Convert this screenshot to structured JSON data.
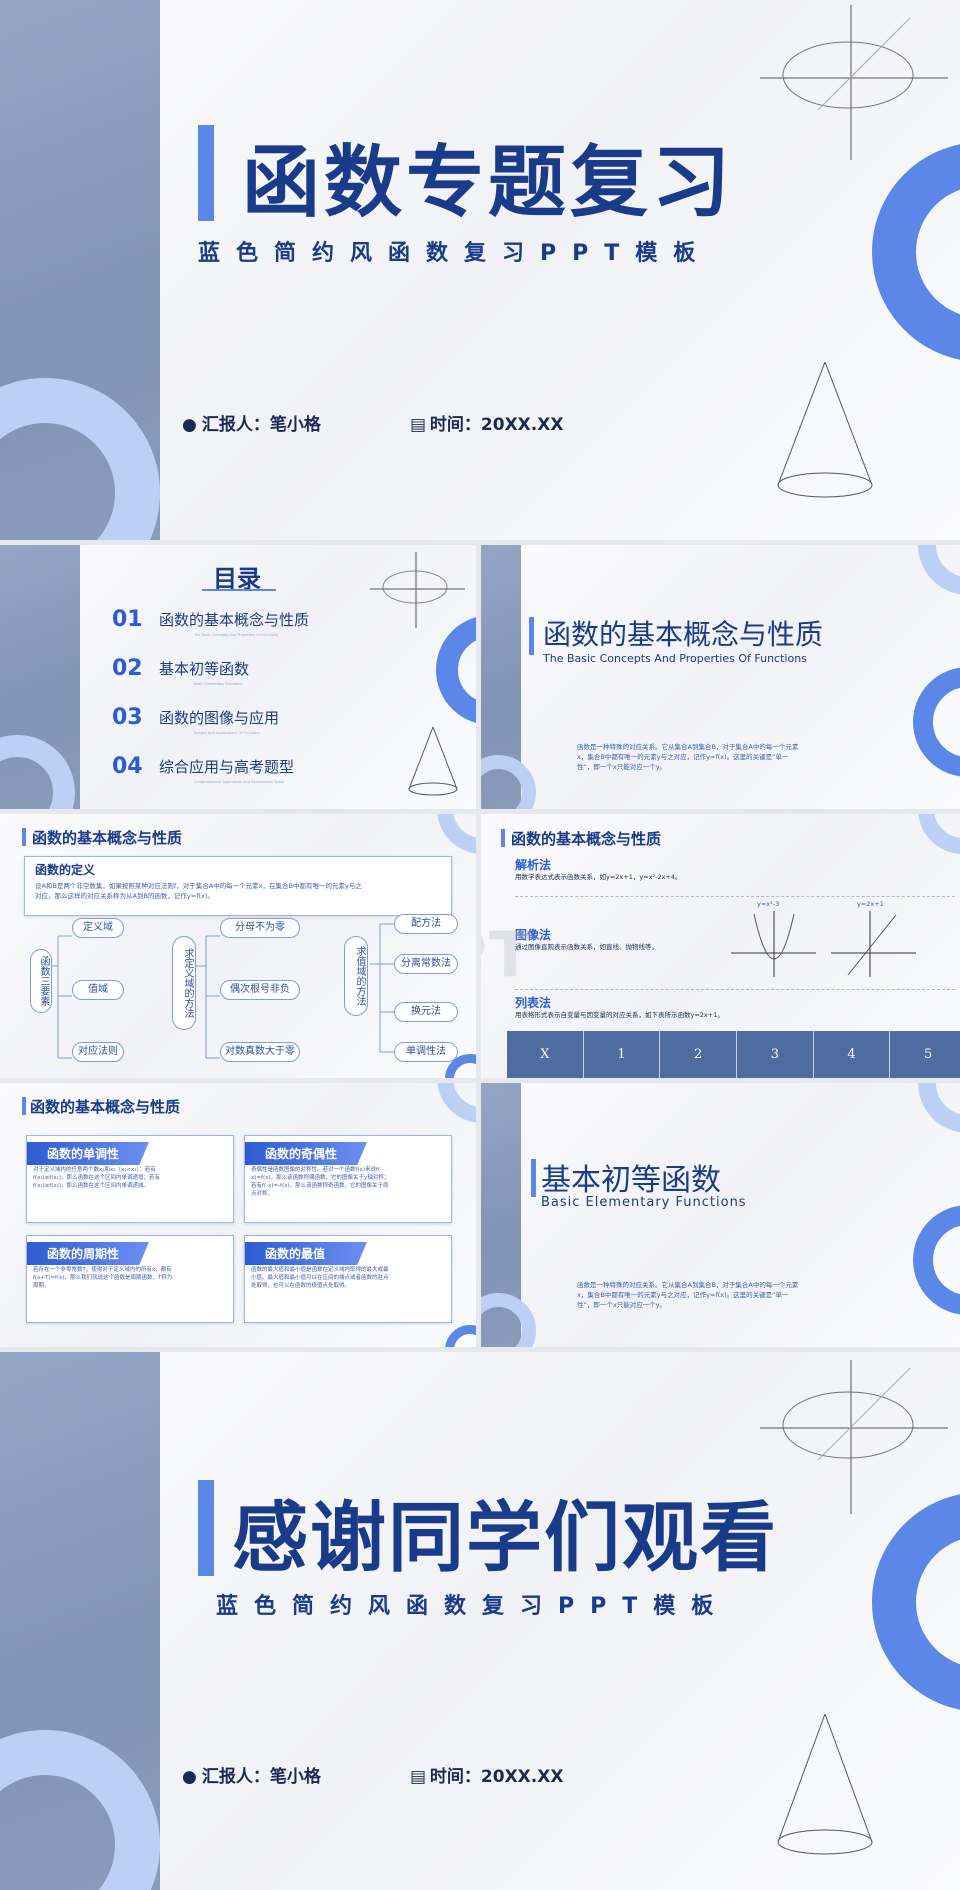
{
  "cover": {
    "title": "函数专题复习",
    "subtitle": "蓝色简约风函数复习PPT模板",
    "reporter_label": "汇报人：笔小格",
    "time_label": "时间：20XX.XX"
  },
  "toc": {
    "title": "目录",
    "items": [
      {
        "num": "01",
        "label": "函数的基本概念与性质",
        "sub": "The Basic Concepts And Properties Of Functions"
      },
      {
        "num": "02",
        "label": "基本初等函数",
        "sub": "Basic Elementary Functions"
      },
      {
        "num": "03",
        "label": "函数的图像与应用",
        "sub": "Images And Applications Of Functions"
      },
      {
        "num": "04",
        "label": "综合应用与高考题型",
        "sub": "Comprehensive Application And Examination Types"
      }
    ]
  },
  "section1": {
    "title": "函数的基本概念与性质",
    "en": "The Basic Concepts And Properties Of Functions",
    "body": "函数是一种特殊的对应关系。它从集合A到集合B，对于集合A中的每一个元素x，集合B中都有唯一的元素y与之对应，记作y=f(x)。这里的关键是“单一性”，即一个x只能对应一个y。"
  },
  "defslide": {
    "title": "函数的基本概念与性质",
    "def_title": "函数的定义",
    "def_body": "设A和B是两个非空数集，如果按照某种对应法则f，对于集合A中的每一个元素x，在集合B中都有唯一的元素y与之对应，那么这样的对应关系称为从A到B的函数，记作y=f(x)。",
    "elements_label": "函数三要素",
    "elements": [
      "定义域",
      "值域",
      "对应法则"
    ],
    "domain_label": "求定义域的方法",
    "domain_items": [
      "分母不为零",
      "偶次根号非负",
      "对数真数大于零"
    ],
    "range_label": "求值域的方法",
    "range_items": [
      "配方法",
      "分离常数法",
      "换元法",
      "单调性法"
    ]
  },
  "reprslide": {
    "title": "函数的基本概念与性质",
    "analytic_title": "解析法",
    "analytic_body": "用数学表达式表示函数关系，如y=2x+1，y=x²-2x+4。",
    "graph_title": "图像法",
    "graph_body": "通过图像直观表示函数关系，如直线、抛物线等。",
    "graph1_label": "y=x²-3",
    "graph2_label": "y=2x+1",
    "table_title": "列表法",
    "table_body": "用表格形式表示自变量与因变量的对应关系，如下表所示函数y=2x+1。",
    "table_header": [
      "X",
      "1",
      "2",
      "3",
      "4",
      "5"
    ]
  },
  "propslide": {
    "title": "函数的基本概念与性质",
    "cards": [
      {
        "title": "函数的单调性",
        "body": "对于定义域内的任意两个数x₁和x₂（x₁<x₂）：若有f(x₁)≤f(x₂)，那么函数在这个区间内单调递增；若有f(x₁)≥f(x₂)，那么函数在这个区间内单调递减。"
      },
      {
        "title": "函数的奇偶性",
        "body": "奇偶性是函数图像的对称性。若对一个函数f(x)来说f(-x)=f(x)，那么该函数称偶函数，它的图像关于y轴对称；若有f(-x)=-f(x)，那么该函数称奇函数，它的图像关于原点对称。"
      },
      {
        "title": "函数的周期性",
        "body": "若存在一个非零常数T，使得对于定义域内的所有x，都有f(x+T)=f(x)，那么我们就说这个函数是周期函数，T称为周期。"
      },
      {
        "title": "函数的最值",
        "body": "函数的最大值和最小值是函数在定义域内取得的最大或最小值。最大值和最小值可以在区间的端点或者函数的驻点处取得，也可以在函数的极值点处取得。"
      }
    ]
  },
  "section2": {
    "title": "基本初等函数",
    "en": "Basic Elementary Functions",
    "body": "函数是一种特殊的对应关系。它从集合A到集合B，对于集合A中的每一个元素x，集合B中都有唯一的元素y与之对应，记作y=f(x)。这里的关键是“单一性”，即一个x只能对应一个y。"
  },
  "ending": {
    "title": "感谢同学们观看",
    "subtitle": "蓝色简约风函数复习PPT模板",
    "reporter_label": "汇报人：笔小格",
    "time_label": "时间：20XX.XX"
  },
  "watermark": "笔格PPT",
  "colors": {
    "navy": "#1a3a8a",
    "accent": "#5b87e8",
    "side": "#8a9bbb",
    "light_ring": "#bcd0f5"
  }
}
